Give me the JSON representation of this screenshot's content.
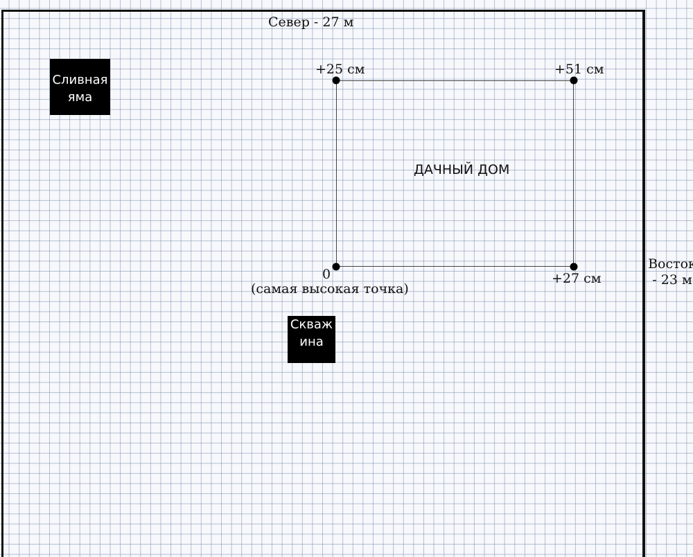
{
  "directions": {
    "north": "Север - 27 м",
    "east_line1": "Восток",
    "east_line2": "- 23 м"
  },
  "house": {
    "title": "ДАЧНЫЙ ДОМ",
    "corners": {
      "nw": "+25 см",
      "ne": "+51 см",
      "se": "+27 см",
      "sw": "0"
    },
    "highest_point_note": "(самая высокая точка)"
  },
  "septic_pit": {
    "line1": "Сливная",
    "line2": "яма"
  },
  "well": {
    "line1": "Скваж",
    "line2": "ина"
  },
  "colors": {
    "grid": "#8c9bb3",
    "ink": "#111111",
    "block_fill": "#000000",
    "block_text": "#ffffff"
  }
}
